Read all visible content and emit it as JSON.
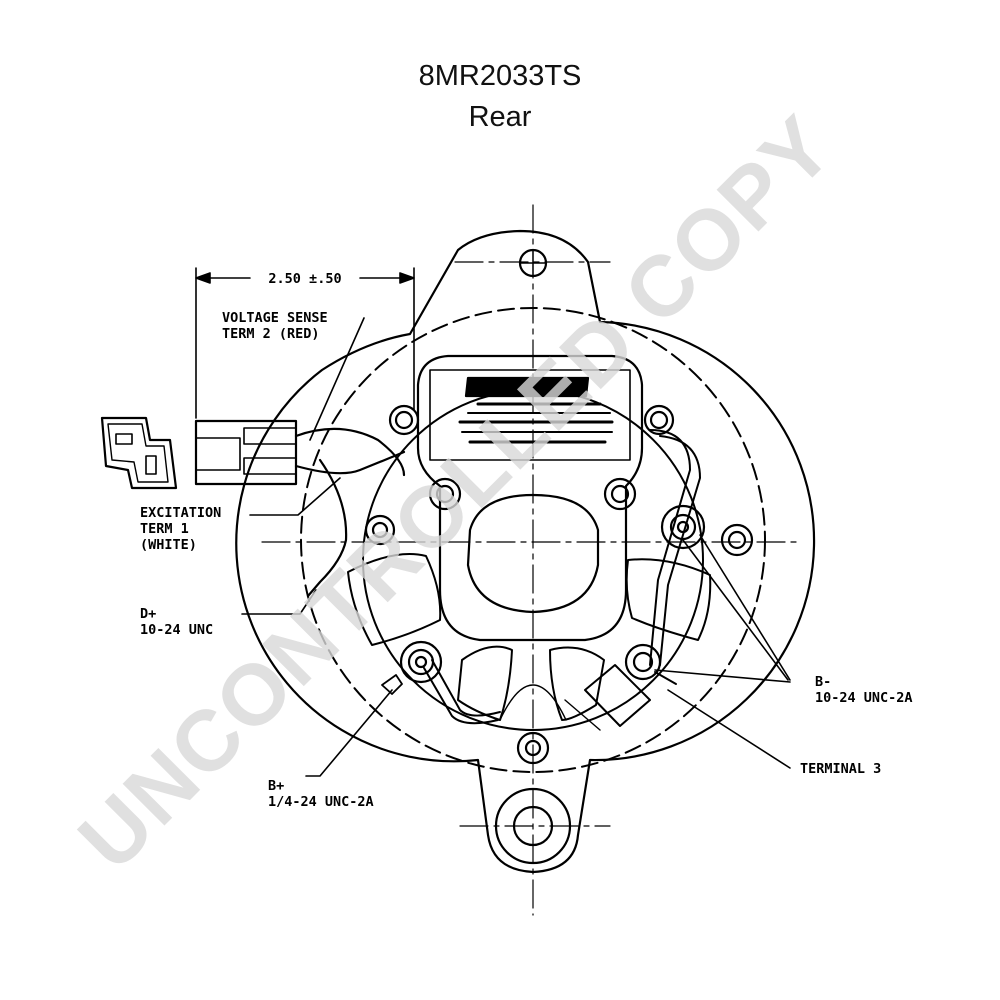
{
  "title": {
    "model": "8MR2033TS",
    "view": "Rear"
  },
  "dimension": {
    "text": "2.50 ±.50"
  },
  "labels": {
    "voltage_sense_1": "VOLTAGE SENSE",
    "voltage_sense_2": "TERM 2 (RED)",
    "excitation_1": "EXCITATION",
    "excitation_2": "TERM 1",
    "excitation_3": "(WHITE)",
    "d_plus_1": "D+",
    "d_plus_2": "10-24 UNC",
    "b_minus_1": "B-",
    "b_minus_2": "10-24 UNC-2A",
    "terminal_3": "TERMINAL 3",
    "b_plus_1": "B+",
    "b_plus_2": "1/4-24 UNC-2A"
  },
  "watermark": "UNCONTROLLED COPY",
  "colors": {
    "line": "#000000",
    "watermark": "#d9d9d9"
  }
}
